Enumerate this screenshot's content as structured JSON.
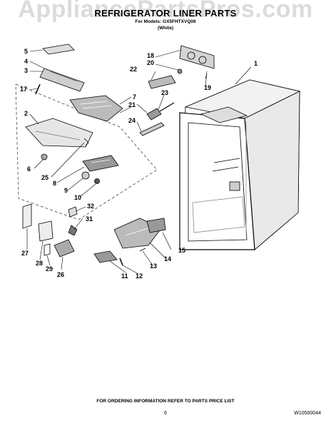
{
  "watermark": "AppliancePartsPros.com",
  "header": {
    "title": "REFRIGERATOR LINER PARTS",
    "models": "For Models: GX5FHTXVQ06",
    "variant": "(White)"
  },
  "callouts": [
    "1",
    "2",
    "3",
    "4",
    "5",
    "6",
    "7",
    "8",
    "9",
    "10",
    "11",
    "12",
    "13",
    "14",
    "15",
    "17",
    "18",
    "19",
    "20",
    "21",
    "22",
    "23",
    "24",
    "25",
    "26",
    "27",
    "28",
    "29",
    "31",
    "32"
  ],
  "footer": {
    "ordering_info": "FOR ORDERING INFORMATION REFER TO PARTS PRICE LIST",
    "page_number": "6",
    "doc_number": "W10500044"
  },
  "colors": {
    "ink": "#000000",
    "watermark": "#a0a0a0",
    "shade": "#c8c8c8"
  }
}
